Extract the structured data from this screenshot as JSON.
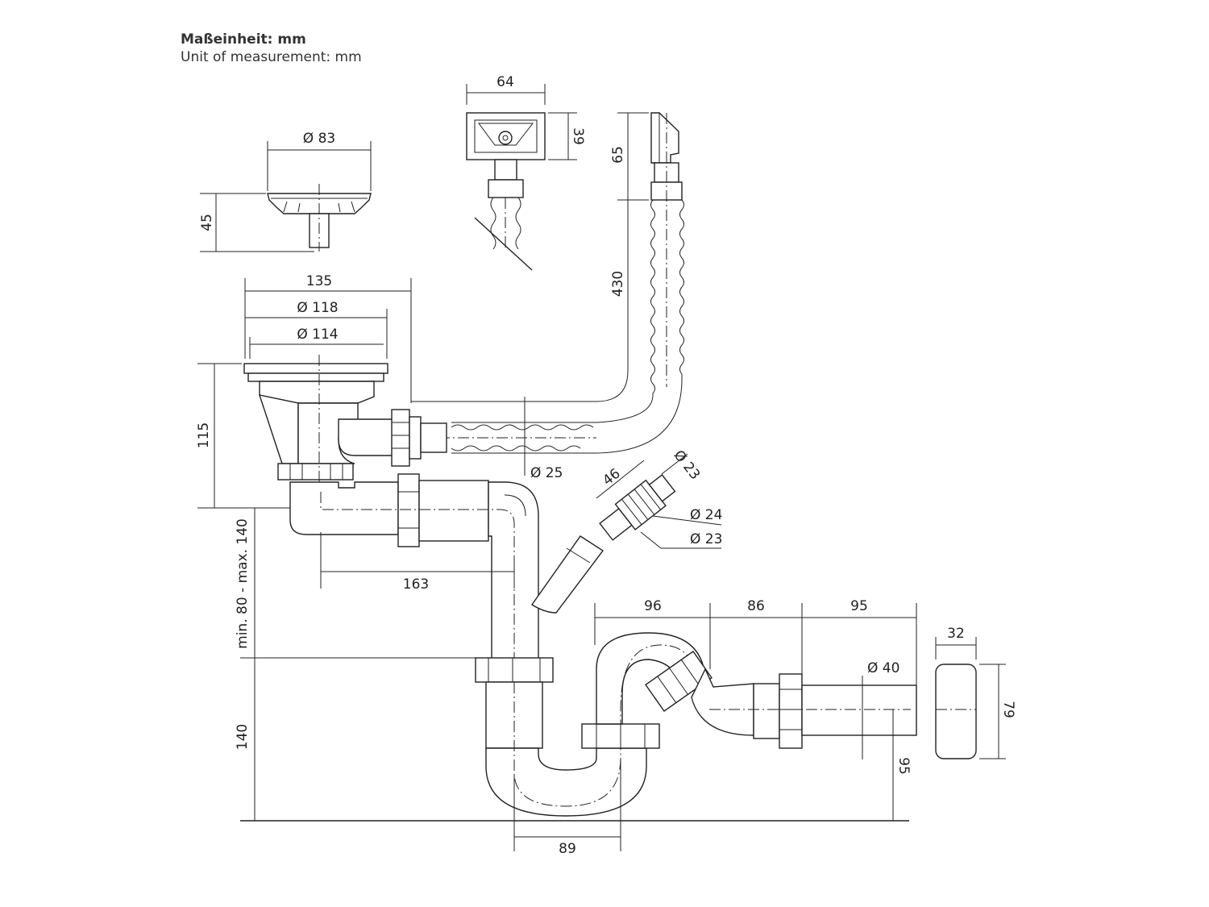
{
  "header": {
    "unit_de": "Maßeinheit: mm",
    "unit_en": "Unit of measurement: mm"
  },
  "dimensions": {
    "strainer_diameter": "Ø 83",
    "strainer_height": "45",
    "overflow_width": "64",
    "overflow_height": "39",
    "overflow_head_height": "65",
    "hose_length": "430",
    "basket_outer": "135",
    "basket_118": "Ø 118",
    "basket_114": "Ø 114",
    "basket_height": "115",
    "hose_diameter": "Ø 25",
    "adapter_length": "46",
    "adapter_d23_top": "Ø 23",
    "adapter_d24": "Ø 24",
    "adapter_d23_bottom": "Ø 23",
    "outlet_offset": "163",
    "range_height": "min. 80 - max. 140",
    "trap_height": "140",
    "trap_width": "89",
    "pipe_96": "96",
    "pipe_86": "86",
    "pipe_95": "95",
    "pipe_diameter": "Ø 40",
    "outlet_height": "95",
    "cap_width": "32",
    "cap_height": "79"
  }
}
